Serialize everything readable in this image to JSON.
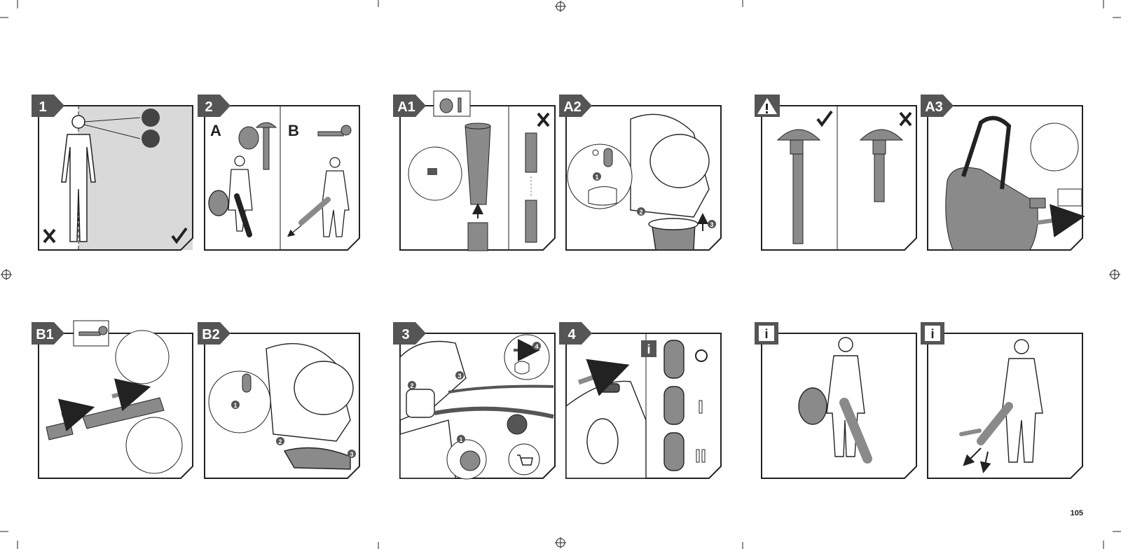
{
  "page_number": "105",
  "colors": {
    "stroke": "#222222",
    "tab": "#555555",
    "device": "#8a8a8a",
    "shade": "#d9d9d9",
    "paper": "#ffffff"
  },
  "panels": [
    {
      "label": "1"
    },
    {
      "label": "2",
      "sub_left": "A",
      "sub_right": "B"
    },
    {
      "label": "A1"
    },
    {
      "label": "A2"
    },
    {
      "label": "warning",
      "icon": "warning-triangle-icon"
    },
    {
      "label": "A3"
    },
    {
      "label": "B1"
    },
    {
      "label": "B2"
    },
    {
      "label": "3"
    },
    {
      "label": "4",
      "info": "i"
    },
    {
      "label": "i",
      "icon": "info-icon"
    },
    {
      "label": "i",
      "icon": "info-icon"
    }
  ],
  "callouts": {
    "a2": [
      "1",
      "2",
      "3"
    ],
    "b2": [
      "1",
      "2",
      "3"
    ],
    "p3": [
      "1",
      "2",
      "3",
      "4"
    ]
  }
}
